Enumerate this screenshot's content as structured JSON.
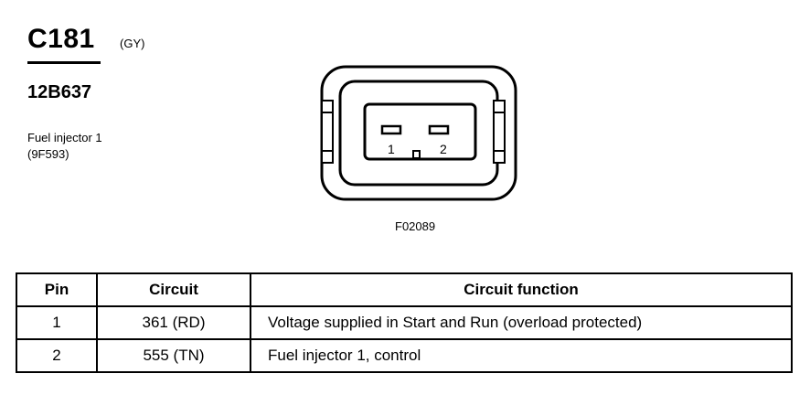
{
  "connector": {
    "id": "C181",
    "color": "(GY)",
    "part_number": "12B637",
    "component_name": "Fuel injector 1",
    "component_code": "(9F593)",
    "figure_code": "F02089",
    "pin_labels": [
      "1",
      "2"
    ]
  },
  "table": {
    "headers": {
      "pin": "Pin",
      "circuit": "Circuit",
      "function": "Circuit function"
    },
    "rows": [
      {
        "pin": "1",
        "circuit": "361 (RD)",
        "function": "Voltage supplied in Start and Run (overload protected)"
      },
      {
        "pin": "2",
        "circuit": "555 (TN)",
        "function": "Fuel injector 1, control"
      }
    ]
  }
}
